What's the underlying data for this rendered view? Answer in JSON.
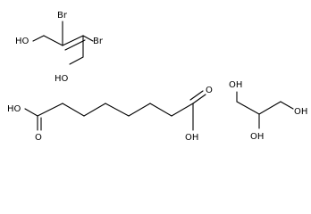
{
  "molecules": [
    {
      "atoms": [
        {
          "id": "ho1",
          "label": "HO"
        },
        {
          "id": "br1",
          "label": "Br"
        },
        {
          "id": "br2",
          "label": "Br"
        },
        {
          "id": "ho2",
          "label": "HO"
        }
      ]
    },
    {
      "atoms": [
        {
          "id": "oh1",
          "label": "HO"
        },
        {
          "id": "o1",
          "label": "O"
        },
        {
          "id": "o2",
          "label": "O"
        },
        {
          "id": "oh2",
          "label": "OH"
        }
      ]
    },
    {
      "atoms": [
        {
          "id": "oh_top",
          "label": "OH"
        },
        {
          "id": "oh_right",
          "label": "OH"
        },
        {
          "id": "oh_bottom",
          "label": "OH"
        }
      ]
    }
  ]
}
